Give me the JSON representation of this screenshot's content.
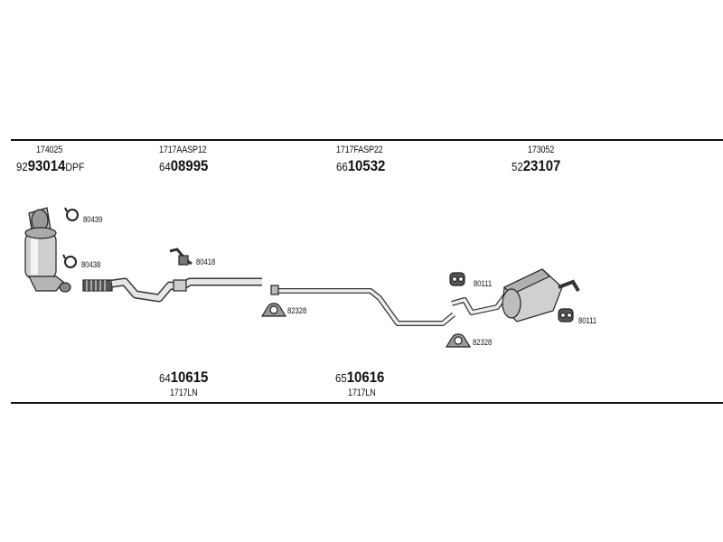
{
  "top_parts": [
    {
      "ref": "174025",
      "prefix": "92",
      "number": "93014",
      "suffix": "DPF"
    },
    {
      "ref": "1717AASP12",
      "prefix": "64",
      "number": "08995",
      "suffix": ""
    },
    {
      "ref": "1717FASP22",
      "prefix": "66",
      "number": "10532",
      "suffix": ""
    },
    {
      "ref": "173052",
      "prefix": "52",
      "number": "23107",
      "suffix": ""
    }
  ],
  "bottom_parts": [
    {
      "ref": "1717LN",
      "prefix": "64",
      "number": "10615"
    },
    {
      "ref": "1717LN",
      "prefix": "65",
      "number": "10616"
    }
  ],
  "fittings": [
    {
      "code": "80439"
    },
    {
      "code": "80438"
    },
    {
      "code": "80418"
    },
    {
      "code": "82328"
    },
    {
      "code": "80111"
    },
    {
      "code": "82328"
    },
    {
      "code": "80111"
    }
  ]
}
